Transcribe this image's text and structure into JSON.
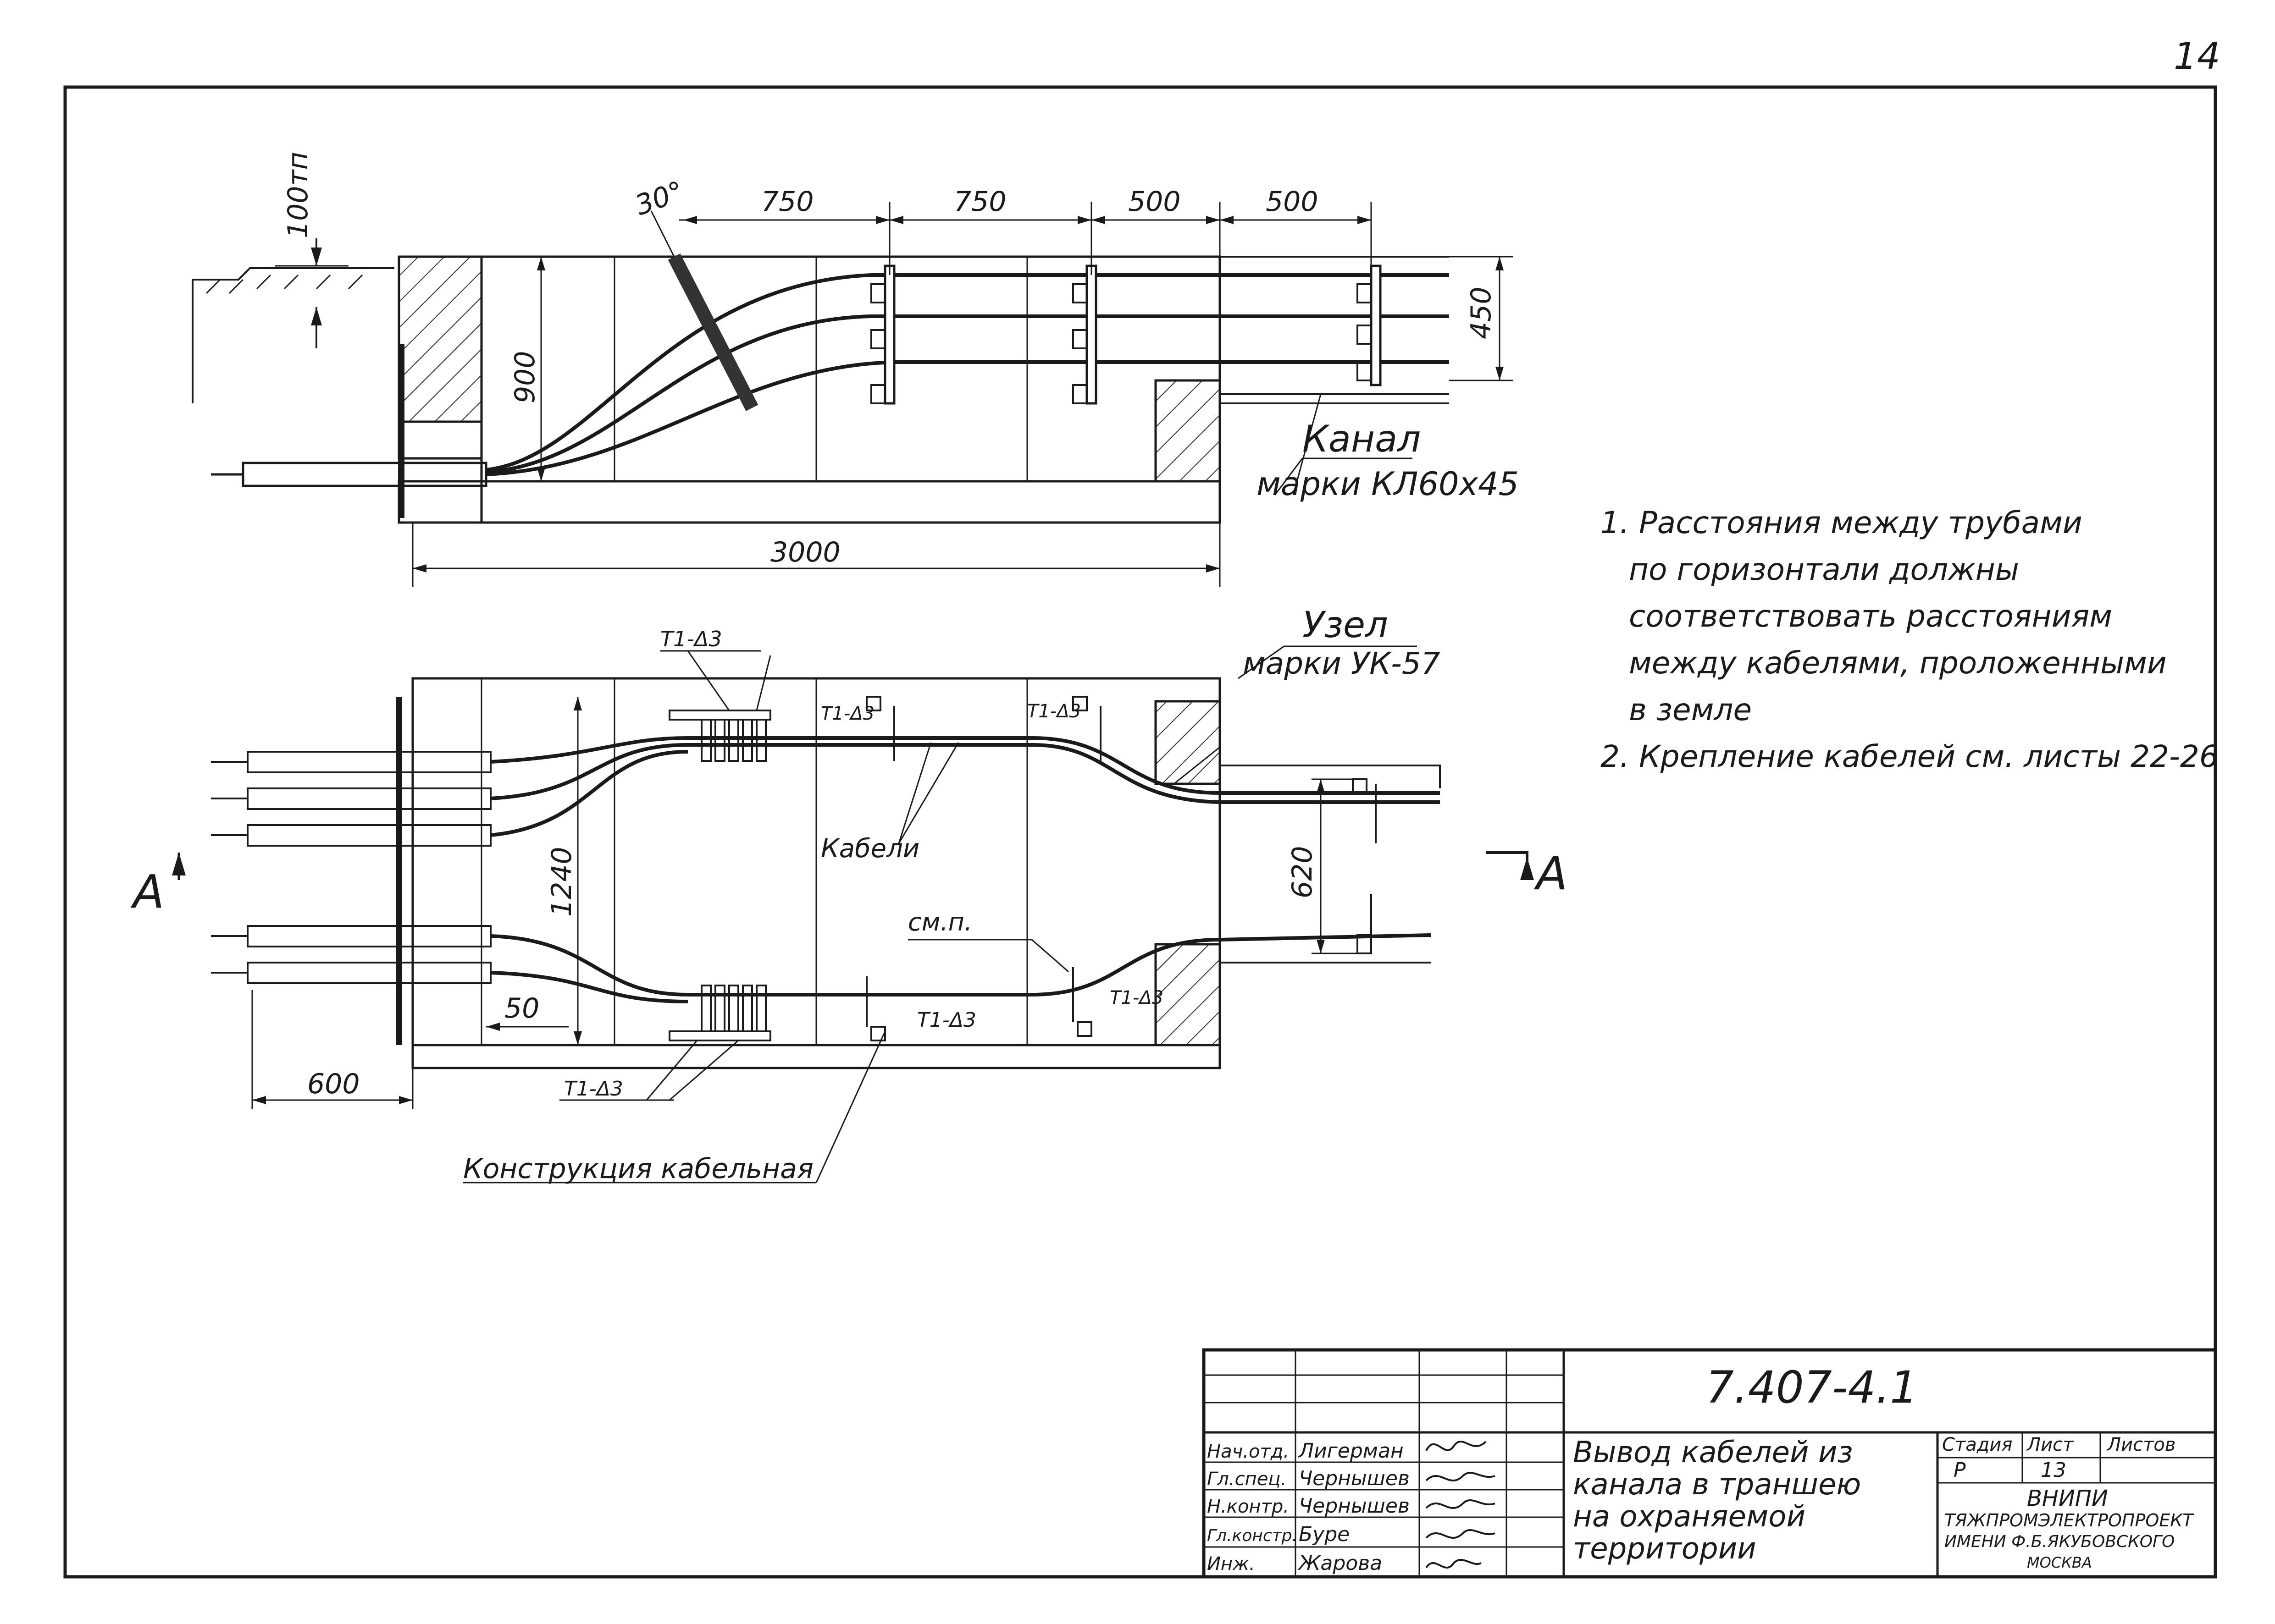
{
  "sheet": {
    "page_number": "14"
  },
  "dimensions": {
    "depth_mark": "100тп",
    "angle": "30°",
    "d750_a": "750",
    "d750_b": "750",
    "d500_a": "500",
    "d500_b": "500",
    "d450": "450",
    "d900": "900",
    "d3000": "3000",
    "d1240": "1240",
    "d620": "620",
    "d50": "50",
    "d600": "600"
  },
  "labels": {
    "channel_title": "Канал",
    "channel_mark": "марки КЛ60х45",
    "node_title": "Узел",
    "node_mark": "марки УК-57",
    "cables": "Кабели",
    "see_p": "см.п.",
    "construction": "Конструкция кабельная",
    "section_letter": "А",
    "t1_d3": "Т1-Δ3"
  },
  "notes": [
    {
      "line1": "1. Расстояния между трубами",
      "line2": "по горизонтали должны",
      "line3": "соответствовать расстояниям",
      "line4": "между кабелями, проложенными",
      "line5": "в земле"
    },
    {
      "line1": "2. Крепление кабелей см. листы 22-26"
    }
  ],
  "title_block": {
    "code": "7.407-4.1",
    "title_lines": [
      "Вывод кабелей из",
      "канала в траншею",
      "на охраняемой",
      "территории"
    ],
    "stage_header": "Стадия",
    "sheet_header": "Лист",
    "sheets_header": "Листов",
    "stage": "Р",
    "sheet": "13",
    "sheets": "",
    "org_line1": "ВНИПИ",
    "org_line2": "ТЯЖПРОМЭЛЕКТРОПРОЕКТ",
    "org_line3": "ИМЕНИ Ф.Б.ЯКУБОВСКОГО",
    "org_line4": "МОСКВА",
    "roles": [
      {
        "role": "Нач.отд.",
        "name": "Лигерман"
      },
      {
        "role": "Гл.спец.",
        "name": "Чернышев"
      },
      {
        "role": "Н.контр.",
        "name": "Чернышев"
      },
      {
        "role": "Гл.констр.",
        "name": "Буре"
      },
      {
        "role": "Инж.",
        "name": "Жарова"
      }
    ]
  }
}
